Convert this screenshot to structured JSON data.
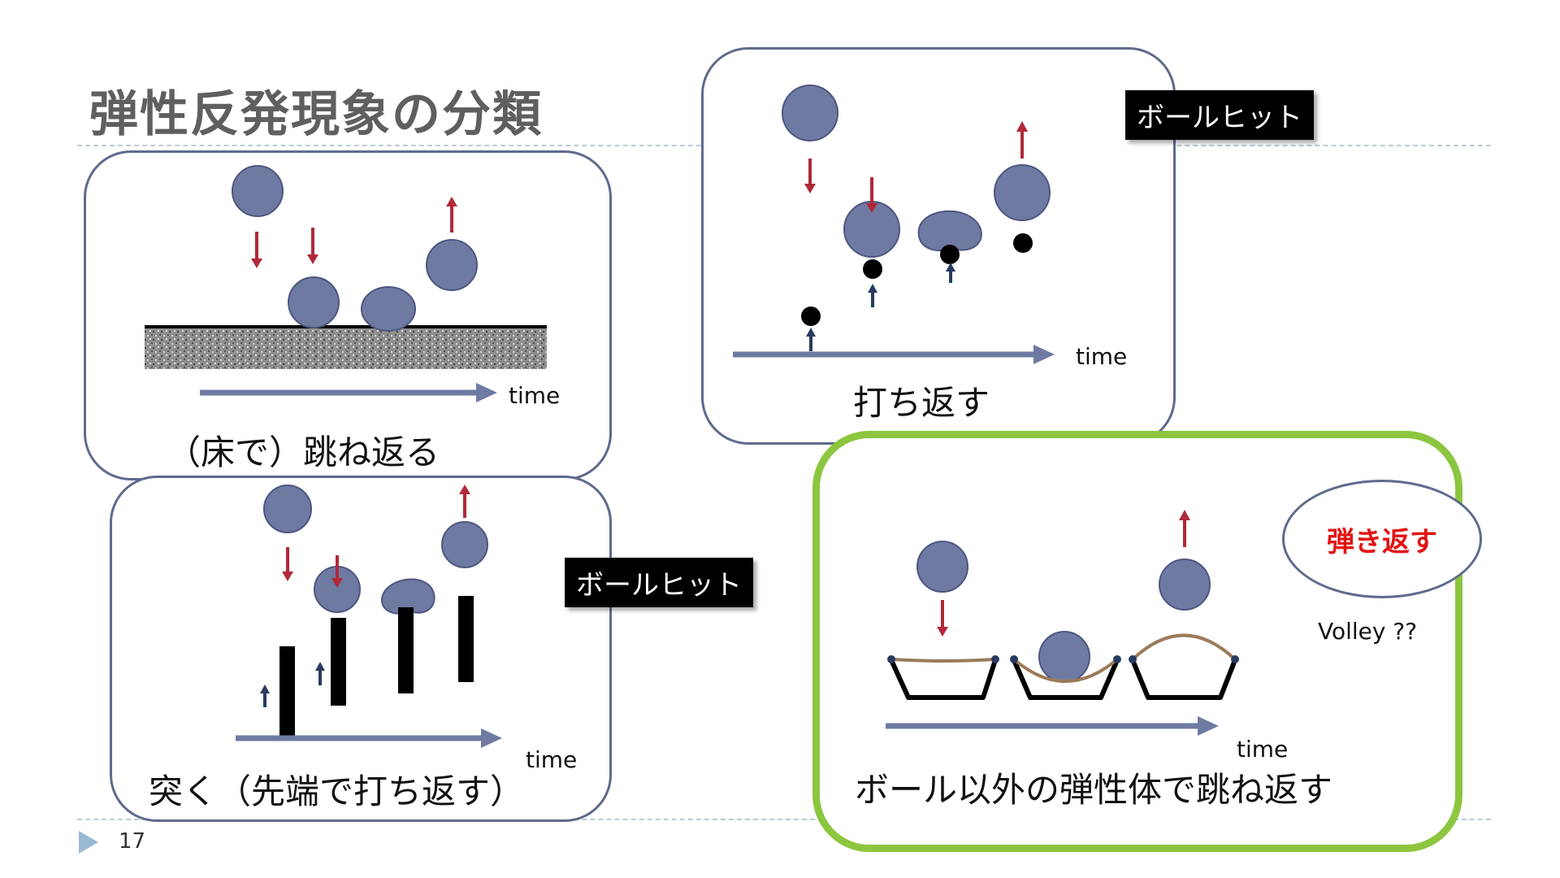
{
  "slide": {
    "title": "弾性反発現象の分類",
    "page_number": "17"
  },
  "panels": {
    "floor": {
      "caption": "（床で）跳ね返る",
      "time_label": "time"
    },
    "hit": {
      "caption": "打ち返す",
      "time_label": "time",
      "badge": "ボールヒット"
    },
    "poke": {
      "caption": "突く（先端で打ち返す）",
      "time_label": "time",
      "badge": "ボールヒット"
    },
    "elastic": {
      "caption": "ボール以外の弾性体で跳ね返す",
      "time_label": "time",
      "oval_text": "弾き返す",
      "note": "Volley ??"
    }
  },
  "colors": {
    "ball": "#6f7aa3",
    "ball_stroke": "#4e5680",
    "arrow_down": "#b0293a",
    "arrow_up": "#2a3a5e",
    "time_arrow": "#6f7aa3",
    "highlight_border": "#8cc63f",
    "emphasis_text": "#e11414"
  }
}
